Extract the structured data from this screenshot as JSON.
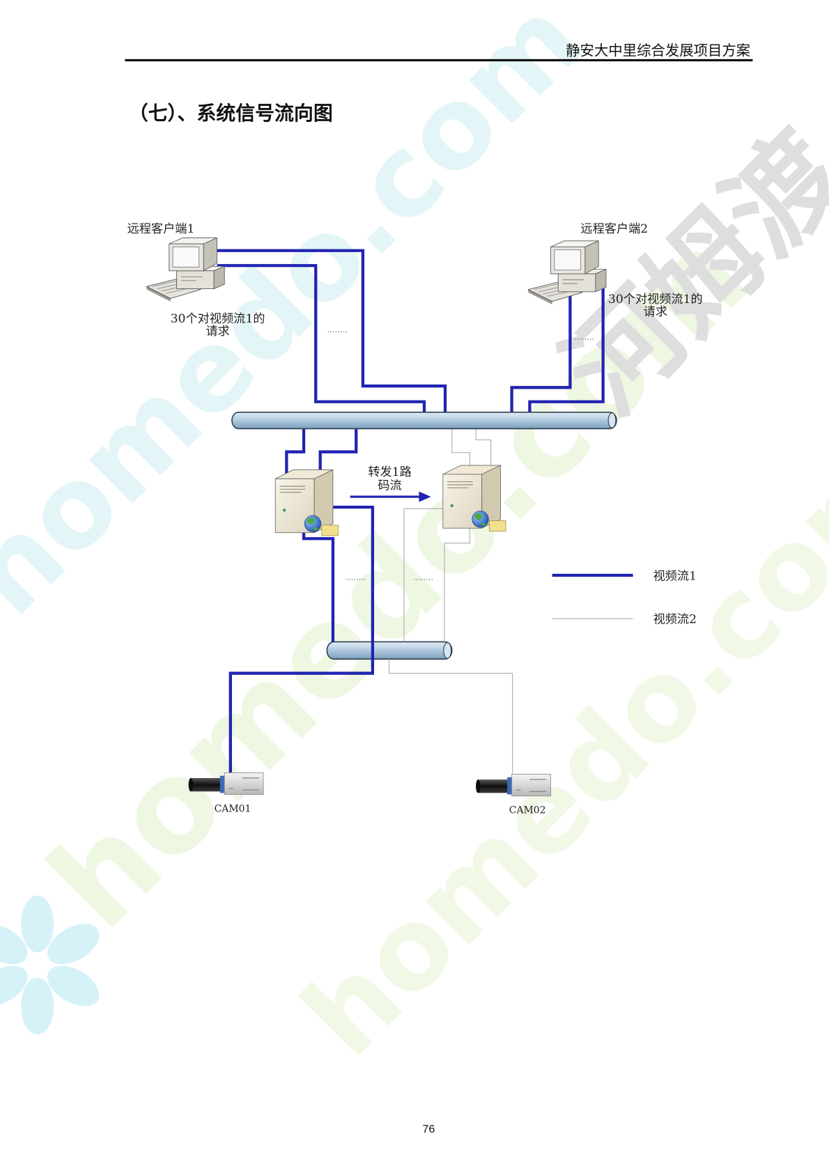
{
  "header": {
    "title": "静安大中里综合发展项目方案"
  },
  "section": {
    "title": "（七）、系统信号流向图"
  },
  "diagram": {
    "client_left": {
      "label": "远程客户端1",
      "request_line1": "30个对视频流1的",
      "request_line2": "请求"
    },
    "client_right": {
      "label": "远程客户端2",
      "request_line1": "30个对视频流1的",
      "request_line2": "请求"
    },
    "ellipsis": "........",
    "forward_label_line1": "转发1路",
    "forward_label_line2": "码流",
    "cameras": [
      {
        "label": "CAM01"
      },
      {
        "label": "CAM02"
      }
    ],
    "legend": [
      {
        "label": "视频流1",
        "color": "#2024b0"
      },
      {
        "label": "视频流2",
        "color": "#a9a9a9"
      }
    ]
  },
  "footer": {
    "page_number": "76"
  },
  "watermark": {
    "brand": "homedo.com",
    "cn": "河姆渡"
  }
}
